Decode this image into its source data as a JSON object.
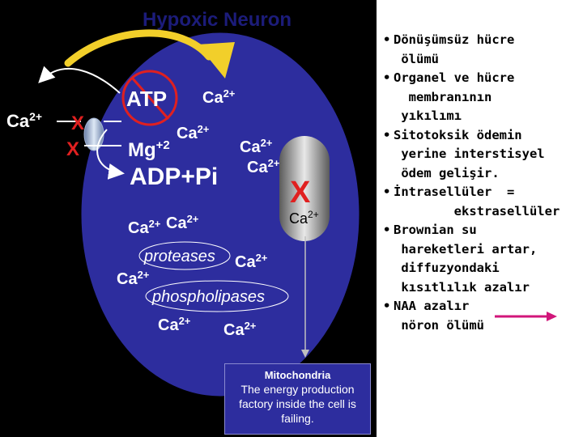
{
  "diagram": {
    "title": "Hypoxic Neuron",
    "atp": "ATP",
    "mg": "Mg",
    "mg_sup": "+2",
    "adp": "ADP+Pi",
    "x_mark": "X",
    "ca": "Ca",
    "ca_sup": "2+",
    "proteases": "proteases",
    "phospholipases": "phospholipases",
    "mitochondria_title": "Mitochondria",
    "mitochondria_desc": [
      "The energy production",
      "factory inside the cell is",
      "failing."
    ]
  },
  "bullets": [
    [
      "Dönüşümsüz hücre",
      " ölümü"
    ],
    [
      "Organel ve hücre",
      "  membranının",
      " yıkılımı"
    ],
    [
      "Sitotoksik ödemin",
      " yerine interstisyel",
      " ödem gelişir."
    ],
    [
      "İntrasellüler  =",
      "        ekstrasellüler"
    ],
    [
      "Brownian su",
      " hareketleri artar,",
      " diffuzyondaki",
      " kısıtlılık azalır"
    ],
    [
      "NAA azalır",
      " nöron ölümü"
    ]
  ],
  "colors": {
    "cell": "#2d2d9e",
    "arrow_yellow": "#f2cf2a",
    "x_red": "#e02020",
    "naa_arrow": "#d1167a"
  }
}
